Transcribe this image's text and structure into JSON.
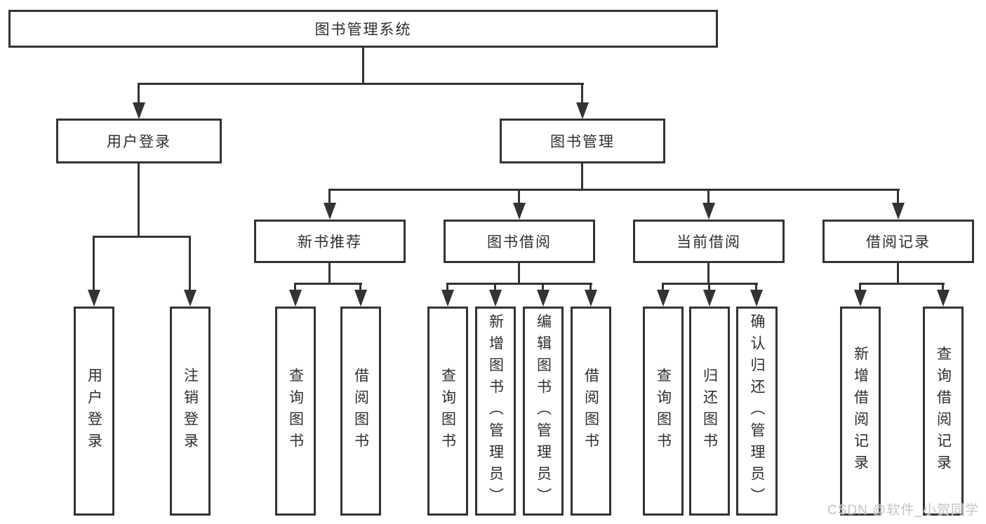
{
  "diagram": {
    "root": "图书管理系统",
    "login_branch": {
      "label": "用户登录",
      "children": [
        "用户登录",
        "注销登录"
      ]
    },
    "mgmt_branch": {
      "label": "图书管理",
      "groups": [
        {
          "label": "新书推荐",
          "children": [
            "查询图书",
            "借阅图书"
          ]
        },
        {
          "label": "图书借阅",
          "children": [
            "查询图书",
            "新增图书（管理员）",
            "编辑图书（管理员）",
            "借阅图书"
          ]
        },
        {
          "label": "当前借阅",
          "children": [
            "查询图书",
            "归还图书",
            "确认归还（管理员）"
          ]
        },
        {
          "label": "借阅记录",
          "children": [
            "新增借阅记录",
            "查询借阅记录"
          ]
        }
      ]
    },
    "watermark": "CSDN @软件_小贺同学"
  },
  "colors": {
    "line": "#333333",
    "border": "#333333",
    "text": "#2e2e2e",
    "background": "#ffffff",
    "watermark": "#c3c3c3"
  }
}
